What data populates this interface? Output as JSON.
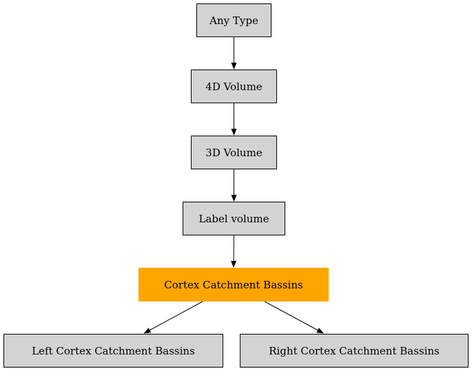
{
  "colors": {
    "node_fill": "#d3d3d3",
    "highlight_fill": "#ffa500",
    "edge": "#000000"
  },
  "nodes": {
    "any_type": "Any Type",
    "volume_4d": "4D Volume",
    "volume_3d": "3D Volume",
    "label_volume": "Label volume",
    "cortex_catchment": "Cortex Catchment Bassins",
    "left_cortex_catchment": "Left Cortex Catchment Bassins",
    "right_cortex_catchment": "Right Cortex Catchment Bassins"
  },
  "edges": [
    {
      "from": "any_type",
      "to": "volume_4d"
    },
    {
      "from": "volume_4d",
      "to": "volume_3d"
    },
    {
      "from": "volume_3d",
      "to": "label_volume"
    },
    {
      "from": "label_volume",
      "to": "cortex_catchment"
    },
    {
      "from": "cortex_catchment",
      "to": "left_cortex_catchment"
    },
    {
      "from": "cortex_catchment",
      "to": "right_cortex_catchment"
    }
  ],
  "highlighted_node": "cortex_catchment"
}
